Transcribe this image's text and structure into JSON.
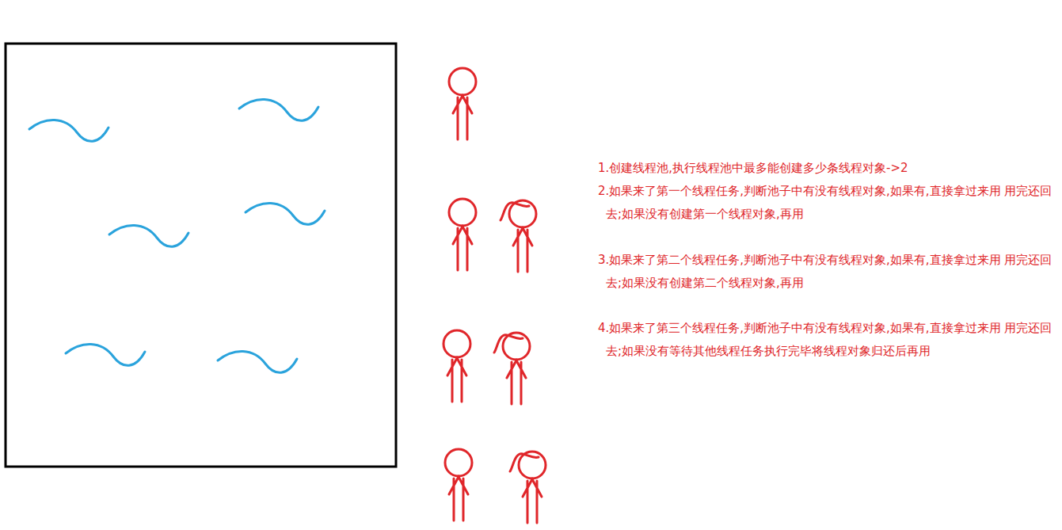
{
  "diagram": {
    "labels": [
      "1.创建线程池,执行线程池中最多能创建多少条线程对象->2",
      "2.如果来了第一个线程任务,判断池子中有没有线程对象,如果有,直接拿过来用 用完还回去;如果没有创建第一个线程对象,再用",
      "3.如果来了第二个线程任务,判断池子中有没有线程对象,如果有,直接拿过来用 用完还回去;如果没有创建第二个线程对象,再用",
      "4.如果来了第三个线程任务,判断池子中有没有线程对象,如果有,直接拿过来用 用完还回去;如果没有等待其他线程任务执行完毕将线程对象归还后再用"
    ]
  }
}
